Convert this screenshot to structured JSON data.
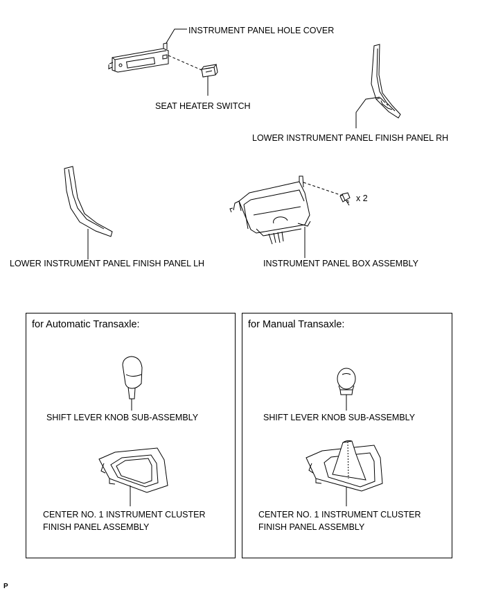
{
  "labels": {
    "hole_cover": "INSTRUMENT PANEL HOLE COVER",
    "seat_heater_switch": "SEAT HEATER SWITCH",
    "finish_panel_rh": "LOWER INSTRUMENT PANEL FINISH PANEL RH",
    "finish_panel_lh": "LOWER INSTRUMENT PANEL FINISH PANEL LH",
    "box_assembly": "INSTRUMENT PANEL BOX ASSEMBLY",
    "screw_qty": "x 2"
  },
  "boxes": [
    {
      "title": "for Automatic Transaxle:",
      "knob_label": "SHIFT LEVER KNOB SUB-ASSEMBLY",
      "panel_label_line1": "CENTER NO. 1 INSTRUMENT CLUSTER",
      "panel_label_line2": "FINISH PANEL ASSEMBLY"
    },
    {
      "title": "for Manual Transaxle:",
      "knob_label": "SHIFT LEVER KNOB SUB-ASSEMBLY",
      "panel_label_line1": "CENTER NO. 1 INSTRUMENT CLUSTER",
      "panel_label_line2": "FINISH PANEL ASSEMBLY"
    }
  ],
  "figure_code": "P"
}
